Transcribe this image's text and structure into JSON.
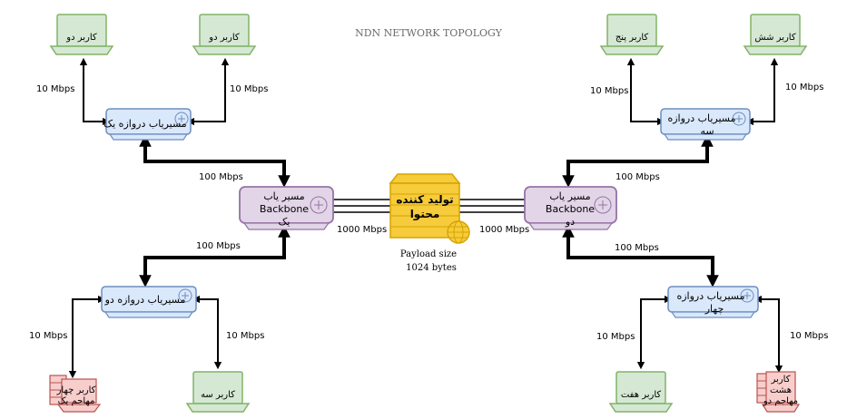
{
  "title": "NDN NETWORK TOPOLOGY",
  "producer": {
    "line1": "تولید کننده",
    "line2": "محتوا"
  },
  "payload": {
    "line1": "Payload size",
    "line2": "1024 bytes"
  },
  "backbone": {
    "left": {
      "line1": "مسیر یاب",
      "line2": "Backbone",
      "line3": "یک"
    },
    "right": {
      "line1": "مسیر یاب",
      "line2": "Backbone",
      "line3": "دو"
    }
  },
  "gateways": {
    "one": {
      "line1": "مسیریاب دروازه یک",
      "line2": ""
    },
    "two": {
      "line1": "مسیریاب دروازه دو",
      "line2": ""
    },
    "three": {
      "line1": "مسیریاب دروازه",
      "line2": "سه"
    },
    "four": {
      "line1": "مسیریاب دروازه",
      "line2": "چهار"
    }
  },
  "users": {
    "u1": "کاربر دو",
    "u2": "کاربر دو",
    "u3": "کاربر سه",
    "u4": {
      "line1": "کاربر چهار",
      "line2": "مهاجم یک"
    },
    "u5": "کاربر پنج",
    "u6": "کاربر شش",
    "u7": "کاربر هفت",
    "u8": {
      "line1": "کاربر",
      "line2": "هشت",
      "line3": "مهاجم دو"
    }
  },
  "bandwidth": {
    "access": "10 Mbps",
    "gateway": "100 Mbps",
    "core": "1000 Mbps"
  },
  "colors": {
    "laptop_fill": "#d5e8d4",
    "laptop_stroke": "#82b366",
    "gateway_fill": "#dae8fc",
    "gateway_stroke": "#6c8ebf",
    "backbone_fill": "#e1d5e7",
    "backbone_stroke": "#9673a6",
    "server_fill": "#f6cb3c",
    "server_stroke": "#d6a400",
    "attacker_fill": "#f8cecc",
    "attacker_stroke": "#b85450"
  }
}
